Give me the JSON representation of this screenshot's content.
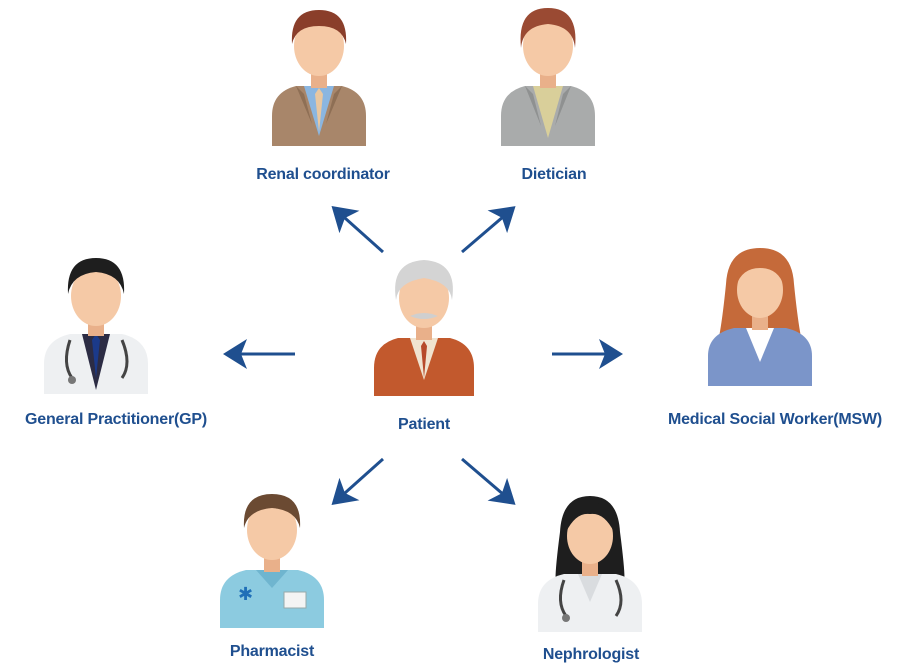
{
  "colors": {
    "label": "#1f4f8f",
    "arrow": "#1f4f8f",
    "skin": "#f5c9a6",
    "skin_shade": "#e9b08a"
  },
  "nodes": {
    "patient": {
      "label": "Patient",
      "icon": "elderly-patient-icon"
    },
    "renal_coordinator": {
      "label": "Renal coordinator",
      "icon": "businessman-icon"
    },
    "dietician": {
      "label": "Dietician",
      "icon": "professional-man-icon"
    },
    "gp": {
      "label": "General Practitioner(GP)",
      "icon": "doctor-stethoscope-icon"
    },
    "msw": {
      "label": "Medical Social Worker(MSW)",
      "icon": "woman-professional-icon"
    },
    "pharmacist": {
      "label": "Pharmacist",
      "icon": "pharmacist-icon"
    },
    "nephrologist": {
      "label": "Nephrologist",
      "icon": "female-doctor-icon"
    }
  },
  "edges": [
    {
      "from": "patient",
      "to": "renal_coordinator"
    },
    {
      "from": "patient",
      "to": "dietician"
    },
    {
      "from": "patient",
      "to": "gp"
    },
    {
      "from": "patient",
      "to": "msw"
    },
    {
      "from": "patient",
      "to": "pharmacist"
    },
    {
      "from": "patient",
      "to": "nephrologist"
    }
  ]
}
